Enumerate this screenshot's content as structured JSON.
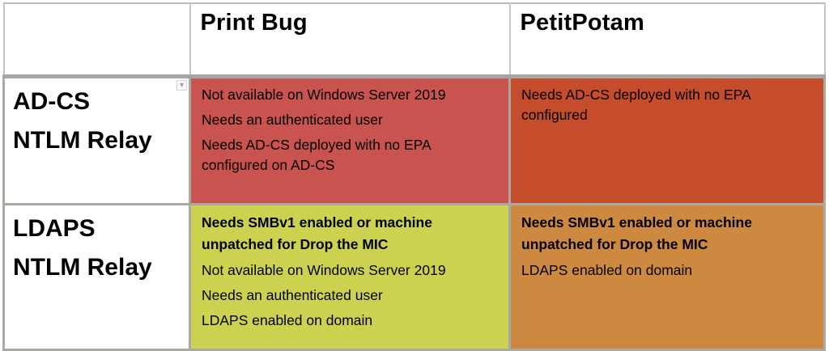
{
  "header": {
    "corner": "",
    "print_bug": "Print Bug",
    "petitpotam": "PetitPotam"
  },
  "rows": {
    "adcs": {
      "label": [
        "AD-CS",
        "NTLM Relay"
      ],
      "print_bug": [
        "Not available on Windows Server 2019",
        "Needs an authenticated user",
        "Needs AD-CS deployed with no EPA configured on AD-CS"
      ],
      "petitpotam": [
        "Needs AD-CS deployed with no EPA configured"
      ]
    },
    "ldaps": {
      "label": [
        "LDAPS",
        "NTLM Relay"
      ],
      "print_bug_bold": "Needs SMBv1 enabled or machine unpatched for Drop the MIC",
      "print_bug": [
        "Not available on Windows Server 2019",
        "Needs an authenticated user",
        "LDAPS enabled on domain"
      ],
      "petitpotam_bold": "Needs SMBv1 enabled or machine unpatched for Drop the MIC",
      "petitpotam": [
        "LDAPS enabled on domain"
      ]
    }
  },
  "colors": {
    "adcs_print_bug_bg": "#c9534e",
    "adcs_petitpotam_bg": "#c64d2b",
    "ldaps_print_bug_bg": "#ccd24f",
    "ldaps_petitpotam_bg": "#ce8940",
    "border_grey": "#a9a9a2",
    "text": "#000000"
  },
  "icons": {
    "dropdown_arrow": "▾"
  }
}
